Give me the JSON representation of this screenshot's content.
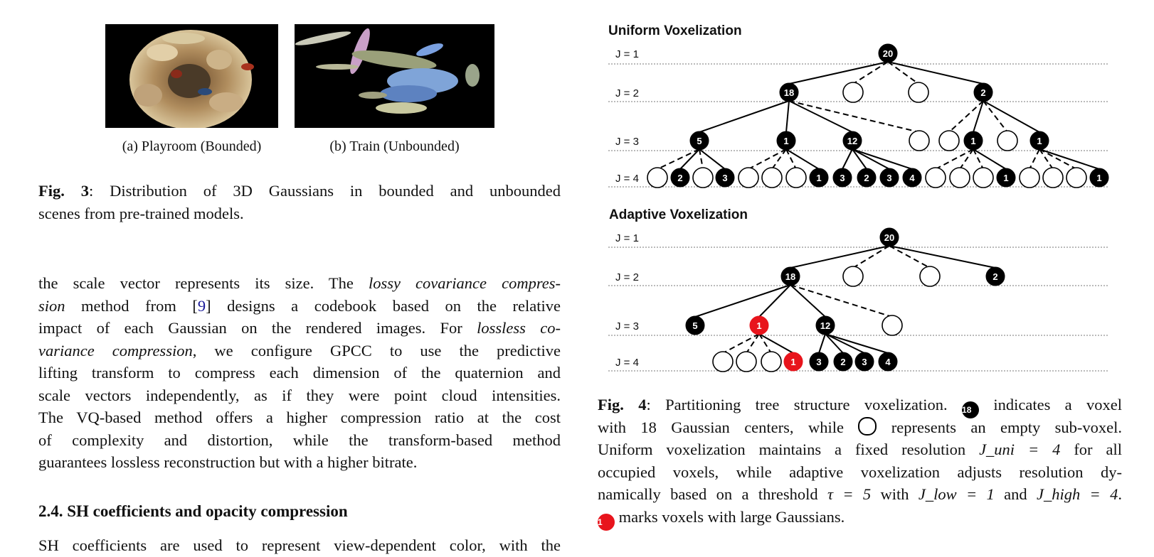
{
  "fig3": {
    "sub_a": "(a) Playroom (Bounded)",
    "sub_b": "(b) Train (Unbounded)",
    "label": "Fig. 3",
    "caption_l1": ":  Distribution of 3D Gaussians in bounded and unbounded",
    "caption_l2": "scenes from pre-trained models."
  },
  "body": {
    "p1_l1a": "the scale vector represents its size.  The ",
    "p1_l1b": "lossy covariance compres-",
    "p1_l2a": "sion",
    "p1_l2b": " method from [",
    "p1_l2ref": "9",
    "p1_l2c": "] designs a codebook based on the relative",
    "p1_l3a": "impact of each Gaussian on the rendered images.  For ",
    "p1_l3b": "lossless co-",
    "p1_l4a": "variance compression",
    "p1_l4b": ", we configure GPCC to use the predictive",
    "p1_l5": "lifting transform to compress each dimension of the quaternion and",
    "p1_l6": "scale vectors independently, as if they were point cloud intensities.",
    "p1_l7": "The VQ-based method offers a higher compression ratio at the cost",
    "p1_l8": "of complexity and distortion, while the transform-based method",
    "p1_l9": "guarantees lossless reconstruction but with a higher bitrate.",
    "section": "2.4.  SH coefficients and opacity compression",
    "p2_l1": "SH coefficients are used to represent view-dependent color, with the"
  },
  "fig4": {
    "uniform_title": "Uniform Voxelization",
    "adaptive_title": "Adaptive Voxelization",
    "level_labels": [
      "J = 1",
      "J = 2",
      "J = 3",
      "J = 4"
    ],
    "uniform_nodes": {
      "l1": [
        "20"
      ],
      "l2": [
        "18",
        "",
        "",
        "2"
      ],
      "l3": [
        "5",
        "1",
        "12",
        "",
        "",
        "1",
        "",
        "1"
      ],
      "l4": [
        "",
        "2",
        "",
        "3",
        "",
        "",
        "",
        "1",
        "3",
        "2",
        "3",
        "4",
        "",
        "",
        "",
        "1",
        "",
        "",
        "",
        "1"
      ]
    },
    "adaptive_nodes": {
      "l1": [
        "20"
      ],
      "l2": [
        "18",
        "",
        "",
        "2"
      ],
      "l3": [
        "5",
        "1",
        "12",
        ""
      ],
      "l4": [
        "",
        "",
        "",
        "1",
        "3",
        "2",
        "3",
        "4"
      ]
    },
    "label": "Fig. 4",
    "cap_l1a": ": Partitioning tree structure voxelization. ",
    "badge18": "18",
    "cap_l1b": " indicates a voxel",
    "cap_l2a": "with 18 Gaussian centers, while ",
    "cap_l2b": " represents an empty sub-voxel.",
    "cap_l3a": "Uniform voxelization maintains a fixed resolution ",
    "cap_l3math": "J_uni = 4",
    "cap_l3b": " for all",
    "cap_l4": "occupied voxels, while adaptive voxelization adjusts resolution dy-",
    "cap_l5a": "namically based on a threshold ",
    "cap_l5math1": "τ = 5",
    "cap_l5b": " with ",
    "cap_l5math2": "J_low = 1",
    "cap_l5c": " and ",
    "cap_l5math3": "J_high = 4",
    "cap_l5d": ".",
    "badge1": "1",
    "cap_l6": " marks voxels with large Gaussians.",
    "colors": {
      "filled": "#000000",
      "large": "#e8141c",
      "empty": "#ffffff"
    }
  }
}
